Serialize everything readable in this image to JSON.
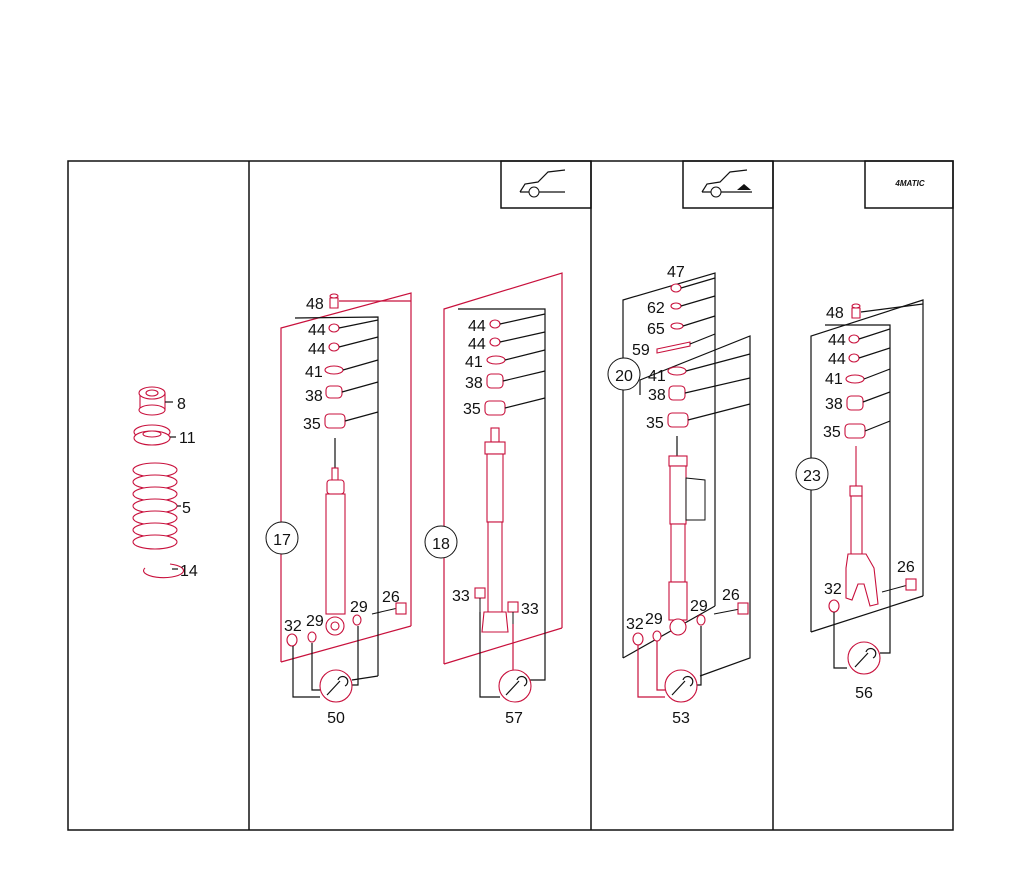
{
  "colors": {
    "accent": "#c8103c",
    "line": "#111111",
    "background": "#ffffff"
  },
  "icons": {
    "sedan_front": "car-front-axle-icon",
    "sedan_lowered": "car-front-lowered-icon",
    "wrench": "wrench-icon"
  },
  "badge_4matic": "4MATIC",
  "spring_group": {
    "labels": [
      "8",
      "11",
      "5",
      "14"
    ]
  },
  "group17": {
    "callout": "17",
    "parts": [
      "48",
      "44",
      "44",
      "41",
      "38",
      "35"
    ],
    "bottom": [
      "32",
      "29",
      "29",
      "26"
    ],
    "tool": "50"
  },
  "group18": {
    "callout": "18",
    "parts": [
      "44",
      "44",
      "41",
      "38",
      "35"
    ],
    "bottom": [
      "33",
      "33"
    ],
    "tool": "57"
  },
  "group20": {
    "callout": "20",
    "parts": [
      "47",
      "62",
      "65",
      "59",
      "41",
      "38",
      "35"
    ],
    "bottom": [
      "32",
      "29",
      "29",
      "26"
    ],
    "tool": "53"
  },
  "group23": {
    "callout": "23",
    "parts": [
      "48",
      "44",
      "44",
      "41",
      "38",
      "35"
    ],
    "bottom": [
      "32",
      "26"
    ],
    "tool": "56"
  }
}
